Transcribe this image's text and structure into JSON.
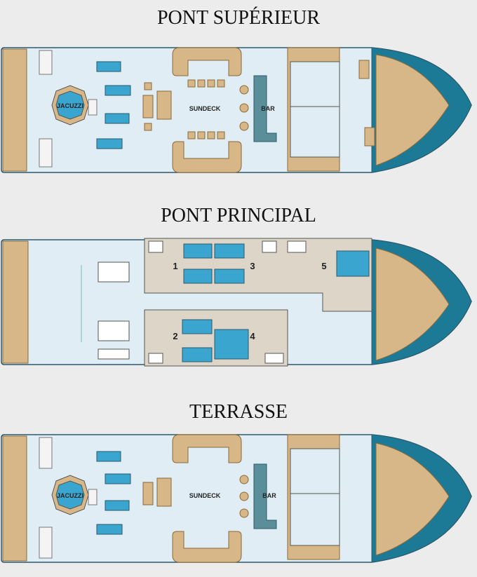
{
  "decks": [
    {
      "title": "PONT SUPÉRIEUR",
      "labels": {
        "jacuzzi": "JACUZZI",
        "sundeck": "SUNDECK",
        "bar": "BAR"
      }
    },
    {
      "title": "PONT PRINCIPAL",
      "cabins": [
        "1",
        "2",
        "3",
        "4",
        "5"
      ]
    },
    {
      "title": "TERRASSE",
      "labels": {
        "jacuzzi": "JACUZZI",
        "sundeck": "SUNDECK",
        "bar": "BAR"
      }
    }
  ],
  "colors": {
    "deck": "#e0edf5",
    "wood": "#d7b787",
    "hull": "#1d7a96",
    "hull_light": "#2796b1",
    "furniture": "#3aa6cf",
    "outline": "#2a5a6e"
  }
}
